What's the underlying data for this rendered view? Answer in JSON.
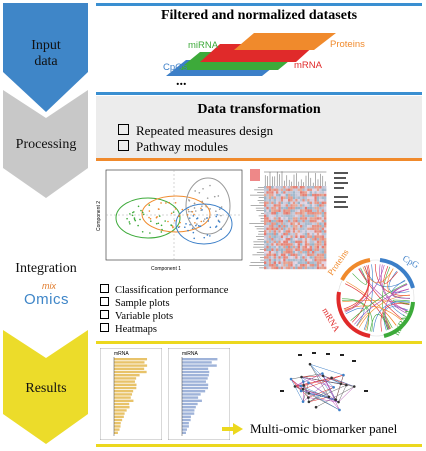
{
  "stages": [
    {
      "label_line1": "Input",
      "label_line2": "data"
    },
    {
      "label": "Processing"
    },
    {
      "label": "Integration"
    },
    {
      "label": "Results"
    }
  ],
  "input_panel": {
    "title": "Filtered and normalized datasets",
    "layers": [
      "miRNA",
      "Proteins",
      "CpGs",
      "mRNA"
    ],
    "ellipsis": "..."
  },
  "processing_panel": {
    "title": "Data transformation",
    "items": [
      "Repeated measures design",
      "Pathway modules"
    ]
  },
  "integration_panel": {
    "logo_mix": "mix",
    "logo_omics": "Omics",
    "items": [
      "Classification performance",
      "Sample plots",
      "Variable plots",
      "Heatmaps"
    ],
    "pca_xlabel": "Component 1",
    "pca_ylabel": "Component 2",
    "circos_labels": [
      "Proteins",
      "CpG",
      "mRNA",
      "miRNA"
    ]
  },
  "results_panel": {
    "plot1_title": "mRNA",
    "plot2_title": "miRNA",
    "conclusion": "Multi-omic biomarker panel"
  },
  "colors": {
    "arrow_blue": "#3f86c8",
    "arrow_gray": "#c8c8c8",
    "arrow_yellow": "#ecdc2a",
    "rule_blue": "#3a8fd1",
    "rule_orange": "#f08a2c",
    "rule_yellow": "#ecd81e",
    "mirna": "#3daa3a",
    "proteins": "#f08a2c",
    "cpg": "#3c7fc8",
    "mrna": "#e02a2a"
  }
}
